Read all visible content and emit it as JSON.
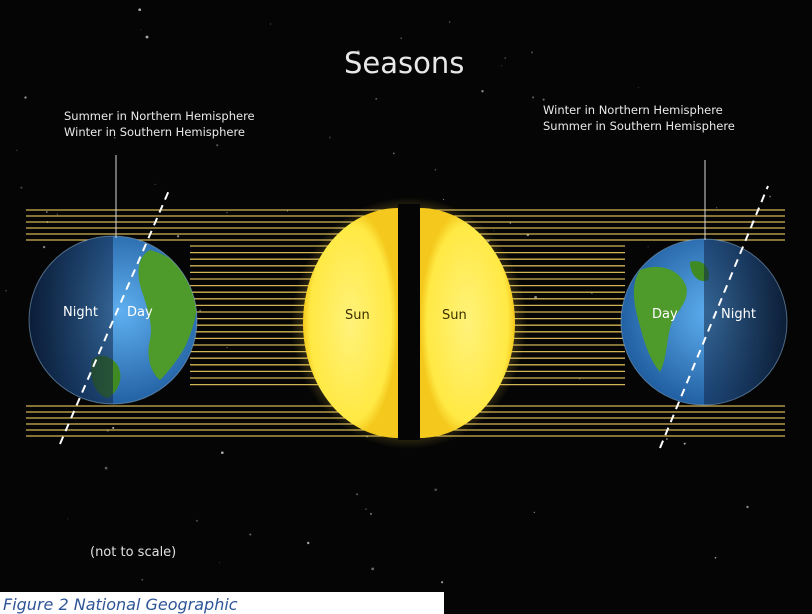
{
  "diagram": {
    "title": "Seasons",
    "left_caption": {
      "line1": "Summer in Northern Hemisphere",
      "line2": "Winter in Southern Hemisphere"
    },
    "right_caption": {
      "line1": "Winter in Northern Hemisphere",
      "line2": "Summer in Southern Hemisphere"
    },
    "left_earth": {
      "night_label": "Night",
      "day_label": "Day"
    },
    "right_earth": {
      "day_label": "Day",
      "night_label": "Night"
    },
    "sun_left_label": "Sun",
    "sun_right_label": "Sun",
    "scale_note": "(not to scale)",
    "colors": {
      "space": "#050505",
      "sun": "#ffe94a",
      "ray": "#e8c85c",
      "ocean": "#3f8fd6",
      "land": "#4e9a2a",
      "night_shade": "#0a1a33"
    }
  },
  "figure_caption": "Figure 2 National Geographic"
}
